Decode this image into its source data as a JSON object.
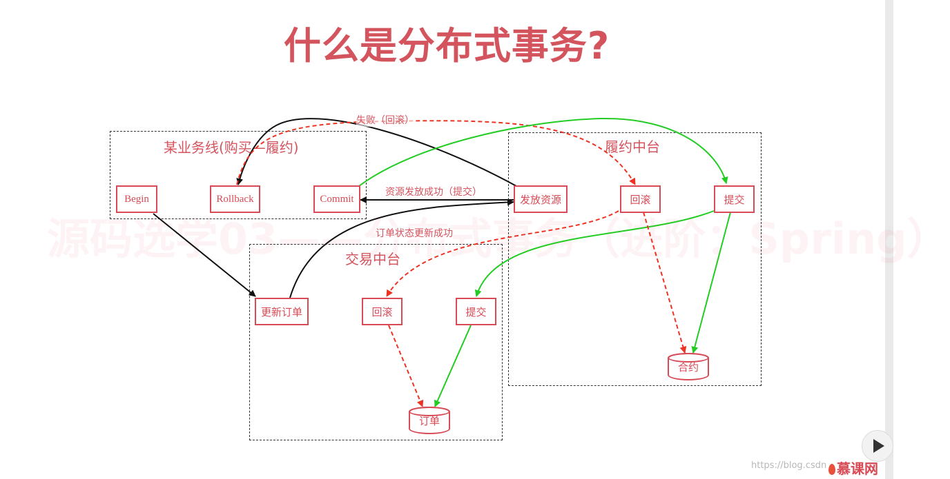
{
  "title": "什么是分布式事务?",
  "watermark": "源码选学03——分布式事务（进阶：Spring）",
  "regions": {
    "business": "某业务线(购买—履约)",
    "fulfillment": "履约中台",
    "trade": "交易中台"
  },
  "nodes": {
    "begin": "Begin",
    "rollback": "Rollback",
    "commit": "Commit",
    "issue_resource": "发放资源",
    "fulfill_rollback": "回滚",
    "fulfill_commit": "提交",
    "update_order": "更新订单",
    "trade_rollback": "回滚",
    "trade_commit": "提交",
    "contract_db": "合约",
    "order_db": "订单"
  },
  "edge_labels": {
    "fail_rollback": "失败（回滚）",
    "resource_success": "资源发放成功（提交）",
    "order_success": "订单状态更新成功"
  },
  "colors": {
    "accent": "#d84a55",
    "success_edge": "#22cc22",
    "failure_edge": "#ee3322",
    "flow_edge": "#111111"
  },
  "footer": {
    "url": "https://blog.csdn",
    "brand": "慕课网"
  }
}
